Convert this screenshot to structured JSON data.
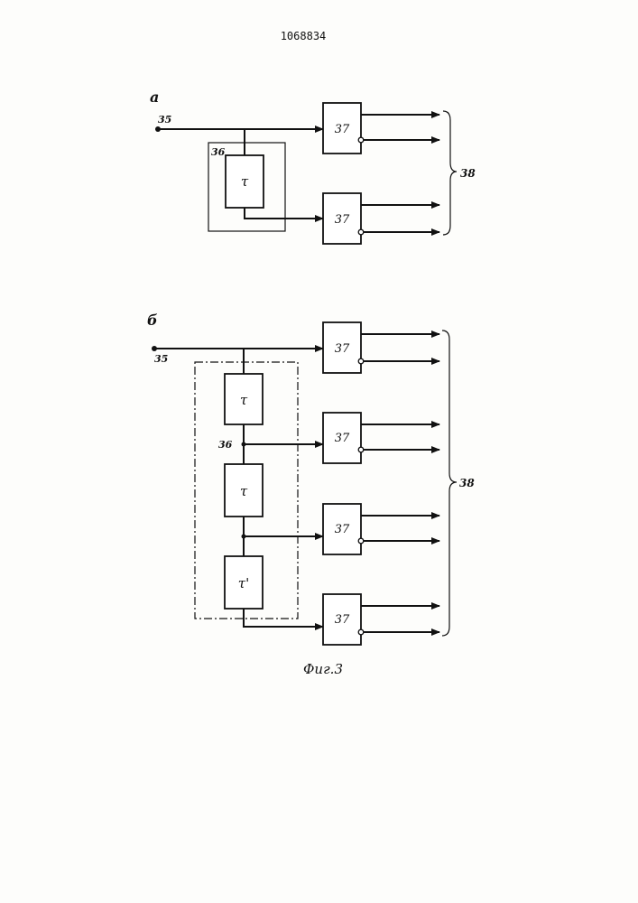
{
  "page_number": "1068834",
  "fig_a": {
    "label": "a",
    "input_label": "35",
    "group_label": "36",
    "delay_label": "τ",
    "block_label": "37",
    "output_label": "38"
  },
  "fig_b": {
    "label": "б",
    "input_label": "35",
    "group_label": "36",
    "delay_labels": [
      "τ",
      "τ",
      "τ'"
    ],
    "block_label": "37",
    "output_label": "38"
  },
  "caption": "Фиг.3"
}
